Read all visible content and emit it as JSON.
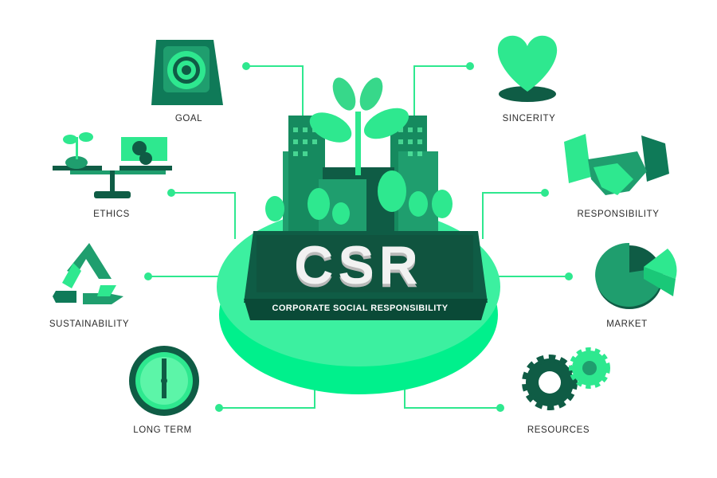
{
  "center": {
    "title": "CSR",
    "subtitle": "CORPORATE SOCIAL RESPONSIBILITY"
  },
  "items": [
    {
      "label": "GOAL",
      "icon": "target-icon"
    },
    {
      "label": "SINCERITY",
      "icon": "heart-icon"
    },
    {
      "label": "ETHICS",
      "icon": "scale-icon"
    },
    {
      "label": "RESPONSIBILITY",
      "icon": "handshake-icon"
    },
    {
      "label": "SUSTAINABILITY",
      "icon": "recycle-icon"
    },
    {
      "label": "MARKET",
      "icon": "pie-chart-icon"
    },
    {
      "label": "LONG TERM",
      "icon": "clock-icon"
    },
    {
      "label": "RESOURCES",
      "icon": "gears-icon"
    }
  ],
  "colors": {
    "bright": "#2ee88f",
    "mid": "#1f9e6e",
    "dark": "#0f5c45",
    "light": "#5cf5a8"
  }
}
